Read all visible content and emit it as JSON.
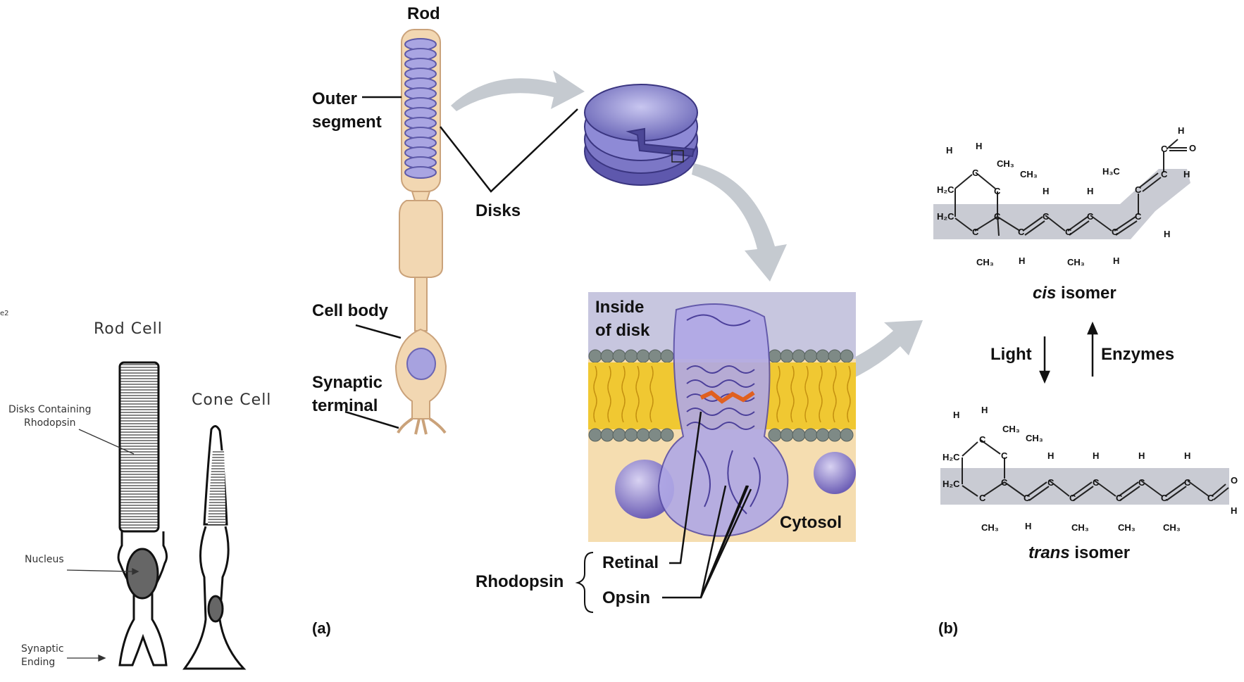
{
  "left_diagram": {
    "fragment": "e2",
    "rod_title": "Rod Cell",
    "cone_title": "Cone Cell",
    "disks_label": "Disks Containing\nRhodopsin",
    "nucleus_label": "Nucleus",
    "synaptic_label": "Synaptic\nEnding"
  },
  "panel_a": {
    "rod": "Rod",
    "outer_segment": "Outer\nsegment",
    "disks": "Disks",
    "cell_body": "Cell body",
    "synaptic_terminal": "Synaptic\nterminal",
    "inside_of_disk": "Inside\nof disk",
    "cytosol": "Cytosol",
    "rhodopsin": "Rhodopsin",
    "retinal": "Retinal",
    "opsin": "Opsin",
    "panel_letter": "(a)"
  },
  "panel_b": {
    "cis_word": "cis",
    "trans_word": "trans",
    "isomer_word": " isomer",
    "light": "Light",
    "enzymes": "Enzymes",
    "panel_letter": "(b)",
    "atoms": {
      "H": "H",
      "C": "C",
      "O": "O",
      "CH3": "CH₃",
      "H2C": "H₂C",
      "H3C": "H₃C"
    }
  },
  "colors": {
    "disk_purple": "#8a86cc",
    "cell_tan": "#f2d7b2",
    "membrane_yellow": "#f0c832",
    "lipid_head_gray": "#7e8a86",
    "cytosol_bg": "#f5ddb0",
    "inside_bg": "#c7c6df",
    "arrow_gray": "#c5cad0",
    "chain_highlight": "#c9cbd3",
    "retinal_red": "#e06020"
  }
}
